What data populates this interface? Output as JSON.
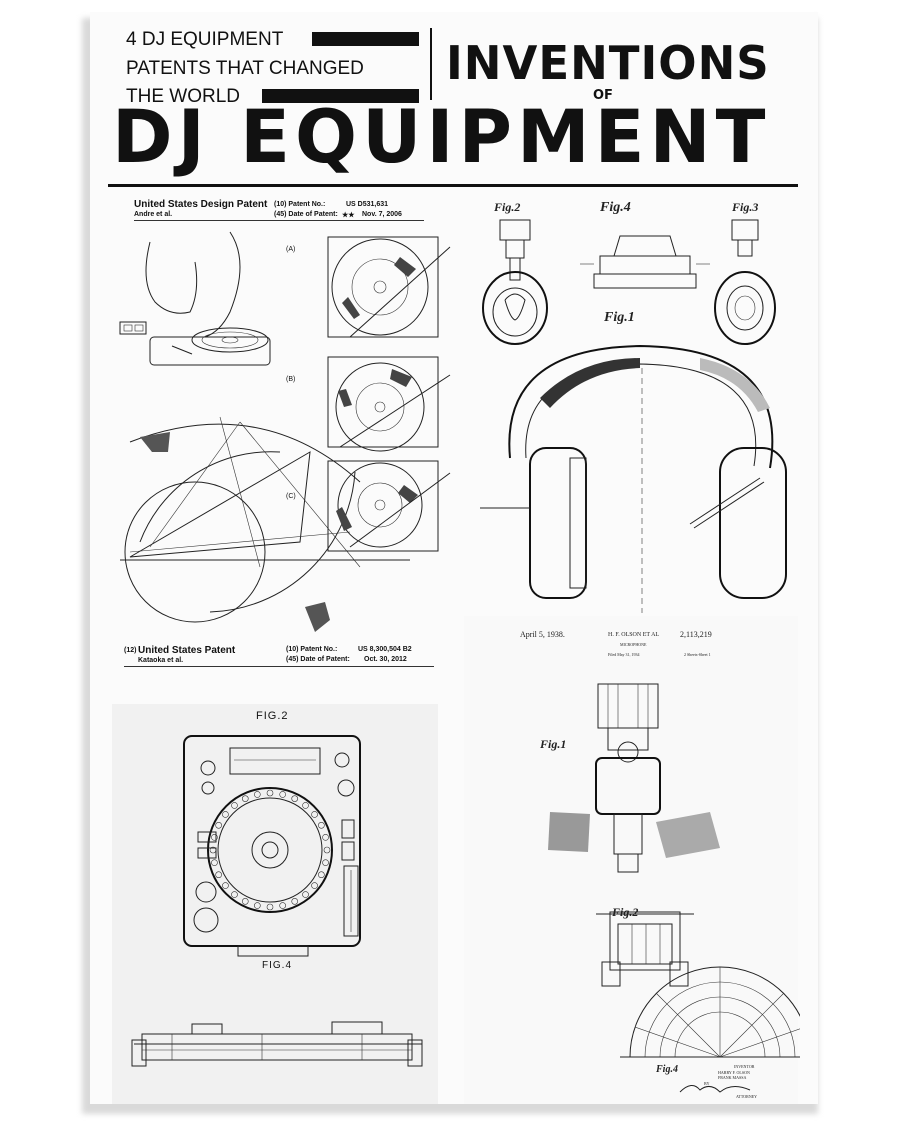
{
  "header": {
    "subtitle_line1": "4 DJ EQUIPMENT",
    "subtitle_line2": "PATENTS THAT CHANGED",
    "subtitle_line3": "THE WORLD",
    "title_top": "INVENTIONS",
    "title_of": "OF",
    "title_main": "DJ EQUIPMENT"
  },
  "patent_turntable": {
    "type": "United States Design Patent",
    "inventor": "Andre et al.",
    "patent_no_label": "(10) Patent No.:",
    "patent_no": "US D531,631",
    "date_label": "(45) Date of Patent:",
    "date_prefix": "★★",
    "date": "Nov. 7, 2006",
    "sub_labels": [
      "(A)",
      "(B)",
      "(C)"
    ]
  },
  "patent_cdj": {
    "type_prefix": "(12)",
    "type": "United States Patent",
    "inventor": "Kataoka et al.",
    "patent_no_label": "(10) Patent No.:",
    "patent_no": "US 8,300,504 B2",
    "date_label": "(45) Date of Patent:",
    "date": "Oct. 30, 2012",
    "fig_top": "FIG.2",
    "fig_bottom": "FIG.4"
  },
  "patent_headphones": {
    "fig2": "Fig.2",
    "fig4": "Fig.4",
    "fig3": "Fig.3",
    "fig1": "Fig.1"
  },
  "patent_microphone": {
    "date": "April 5, 1938.",
    "inventor": "H. F. OLSON ET AL",
    "number": "2,113,219",
    "title": "MICROPHONE",
    "filed": "Filed May 31, 1934",
    "sheets": "2 Sheets-Sheet 1",
    "fig1": "Fig.1",
    "fig2": "Fig.2",
    "fig4": "Fig.4",
    "inventor_label": "INVENTOR",
    "inventors": "HARRY F. OLSON",
    "inventor2": "FRANK MASSA",
    "by": "BY",
    "attorney": "ATTORNEY"
  }
}
